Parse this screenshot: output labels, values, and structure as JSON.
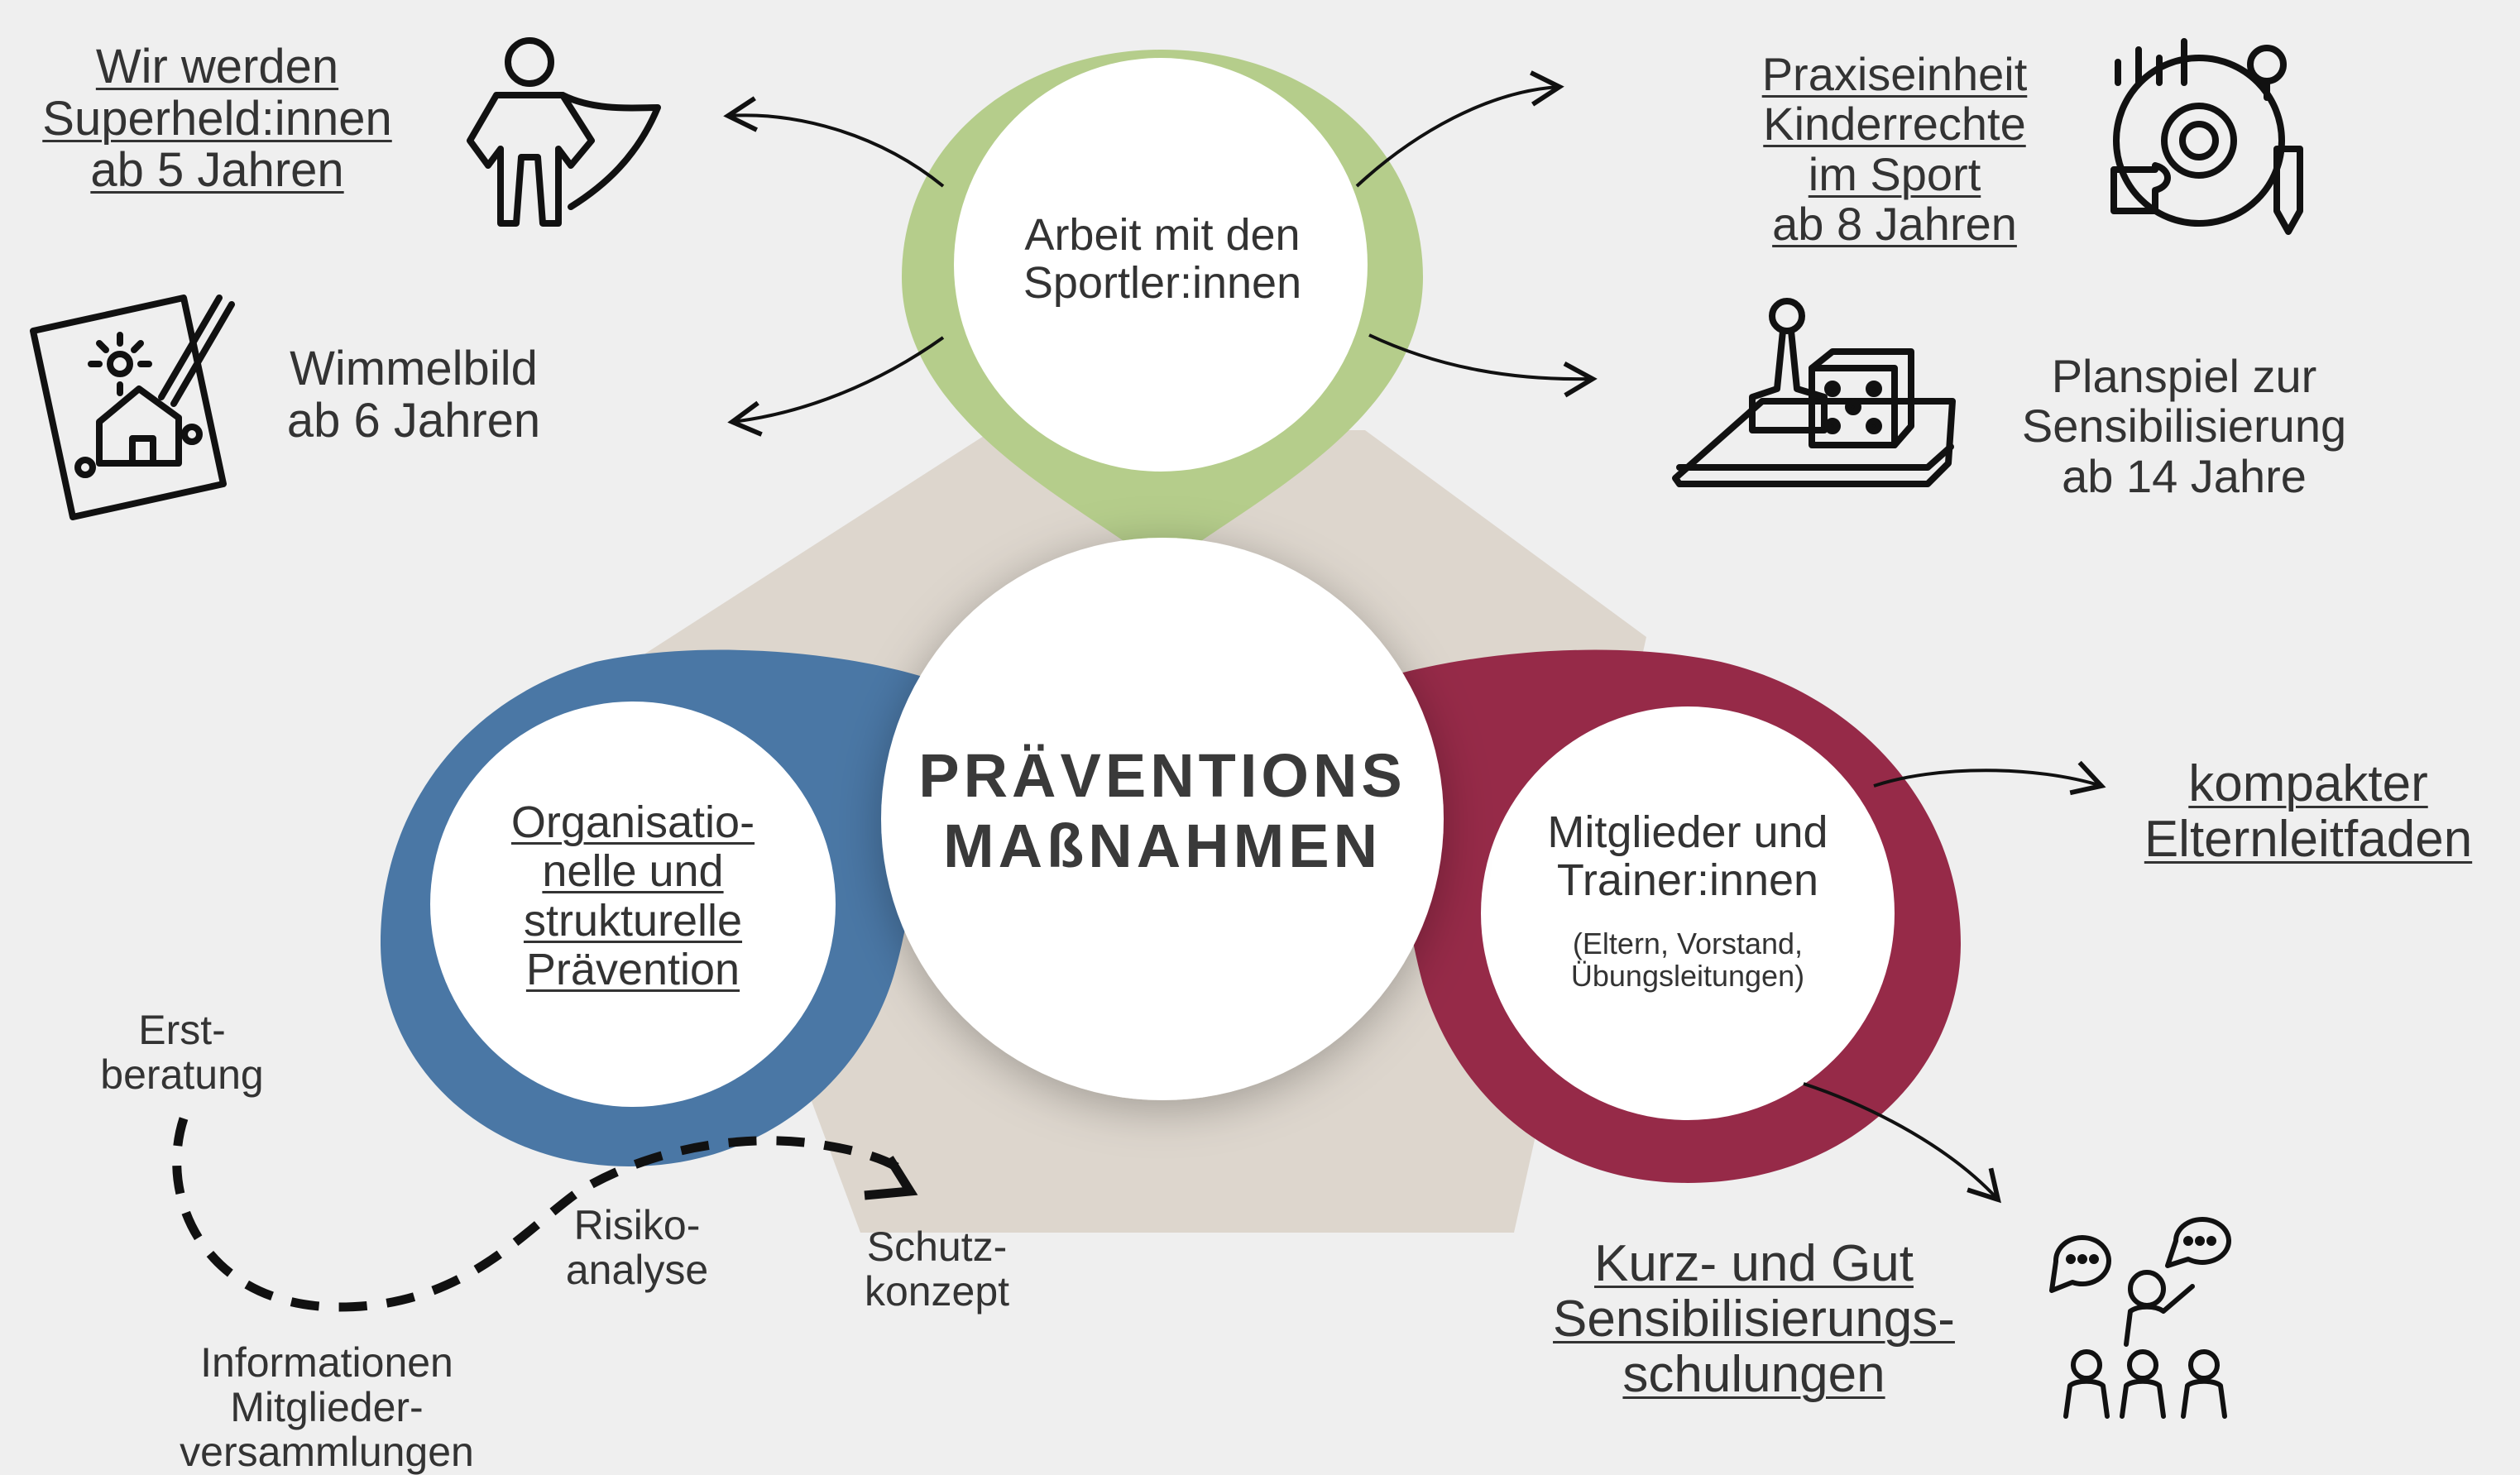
{
  "center": {
    "title_line1": "PRÄVENTIONS",
    "title_line2": "MAßNAHMEN"
  },
  "top_circle": {
    "line1": "Arbeit mit den",
    "line2": "Sportler:innen",
    "color": "#b5cd8b"
  },
  "left_circle": {
    "line1": "Organisatio-",
    "line2": "nelle und",
    "line3": "strukturelle",
    "line4": "Prävention",
    "color": "#4a77a5"
  },
  "right_circle": {
    "line1": "Mitglieder und",
    "line2": "Trainer:innen",
    "note1": "(Eltern, Vorstand,",
    "note2": "Übungsleitungen)",
    "color": "#962a48"
  },
  "pentagon_color": "#ddd6cd",
  "items": {
    "superheld": {
      "line1": "Wir werden",
      "line2": "Superheld:innen",
      "line3": "ab 5 Jahren",
      "icon": "superhero-icon"
    },
    "wimmelbild": {
      "line1": "Wimmelbild",
      "line2": "ab 6 Jahren",
      "icon": "drawing-icon"
    },
    "praxis": {
      "line1": "Praxiseinheit",
      "line2": "Kinderrechte",
      "line3": "im Sport",
      "line4": "ab 8 Jahren",
      "icon": "strategy-gear-icon"
    },
    "planspiel": {
      "line1": "Planspiel zur",
      "line2": "Sensibilisierung",
      "line3": "ab 14 Jahre",
      "icon": "board-game-icon"
    },
    "elternleitfaden": {
      "line1": "kompakter",
      "line2": "Elternleitfaden"
    },
    "schulungen": {
      "line1": "Kurz- und Gut",
      "line2": "Sensibilisierungs-",
      "line3": "schulungen",
      "icon": "training-group-icon"
    }
  },
  "process": {
    "step1": {
      "line1": "Erst-",
      "line2": "beratung"
    },
    "step2": {
      "line1": "Informationen",
      "line2": "Mitglieder-",
      "line3": "versammlungen"
    },
    "step3": {
      "line1": "Risiko-",
      "line2": "analyse"
    },
    "step4": {
      "line1": "Schutz-",
      "line2": "konzept"
    }
  }
}
